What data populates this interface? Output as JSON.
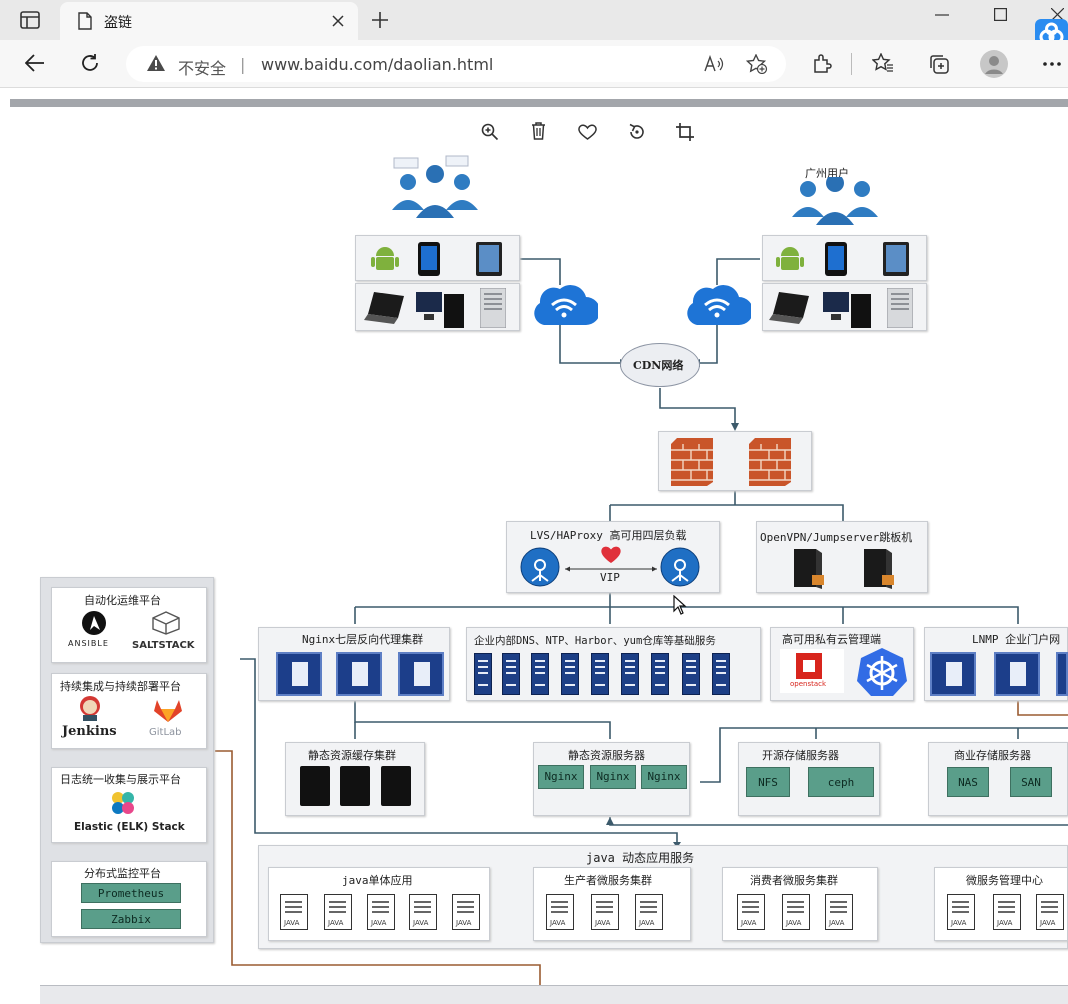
{
  "browser": {
    "tab_title": "盗链",
    "security_label": "不安全",
    "url": "www.baidu.com/daolian.html"
  },
  "viewer_toolbar": {
    "icons": [
      "zoom-in-icon",
      "delete-icon",
      "heart-icon",
      "rotate-icon",
      "crop-icon"
    ]
  },
  "diagram": {
    "guangzhou_users": "广州用户",
    "cdn": "CDN网络",
    "lvs": "LVS/HAProxy 高可用四层负载",
    "vip": "VIP",
    "openvpn": "OpenVPN/Jumpserver跳板机",
    "nginx_cluster": "Nginx七层反向代理集群",
    "enterprise_services": "企业内部DNS、NTP、Harbor、yum仓库等基础服务",
    "private_cloud": "高可用私有云管理端",
    "lnmp": "LNMP 企业门户网",
    "static_cache": "静态资源缓存集群",
    "static_server": "静态资源服务器",
    "nginx_labels": [
      "Nginx",
      "Nginx",
      "Nginx"
    ],
    "open_storage": "开源存储服务器",
    "nfs": "NFS",
    "ceph": "ceph",
    "commercial_storage": "商业存储服务器",
    "nas": "NAS",
    "san": "SAN",
    "java_dynamic": "java 动态应用服务",
    "java_single": "java单体应用",
    "producer": "生产者微服务集群",
    "consumer": "消费者微服务集群",
    "ms_center": "微服务管理中心",
    "java_tag": "JAVA",
    "left_panel": {
      "auto_ops": "自动化运维平台",
      "ansible": "ANSIBLE",
      "saltstack": "SALTSTACK",
      "ci_cd": "持续集成与持续部署平台",
      "jenkins": "Jenkins",
      "gitlab": "GitLab",
      "logs": "日志统一收集与展示平台",
      "elk": "Elastic (ELK) Stack",
      "monitor": "分布式监控平台",
      "prometheus": "Prometheus",
      "zabbix": "Zabbix"
    },
    "openstack_tag": "openstack"
  }
}
